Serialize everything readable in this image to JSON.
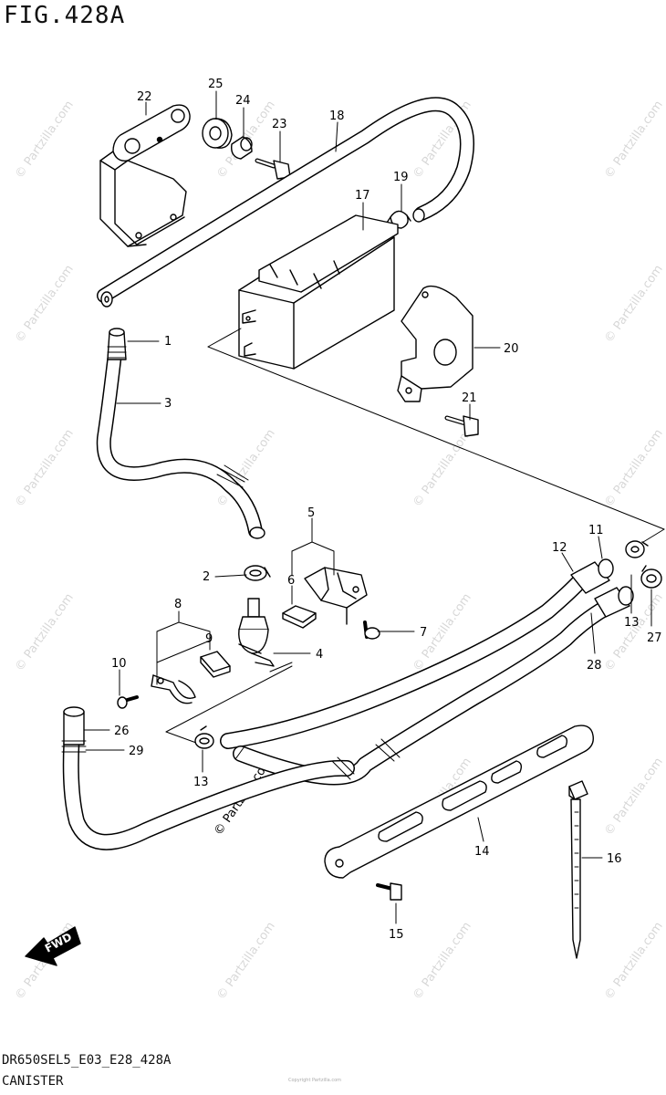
{
  "figure": {
    "title": "FIG.428A",
    "model_code": "DR650SEL5_E03_E28_428A",
    "section_name": "CANISTER",
    "fine_print": "Copyright Partzilla.com"
  },
  "watermark": {
    "text": "© Partzilla.com",
    "color": "#d0d0d0"
  },
  "direction_badge": {
    "label": "FWD"
  },
  "callouts": [
    "1",
    "2",
    "3",
    "4",
    "5",
    "6",
    "7",
    "8",
    "9",
    "10",
    "11",
    "12",
    "13",
    "13",
    "14",
    "15",
    "16",
    "20",
    "21",
    "22",
    "23",
    "24",
    "25",
    "26",
    "27",
    "28",
    "29",
    "17",
    "18",
    "19"
  ],
  "parts": {
    "c1": "1",
    "c2": "2",
    "c3": "3",
    "c4": "4",
    "c5": "5",
    "c6": "6",
    "c7": "7",
    "c8": "8",
    "c9": "9",
    "c10": "10",
    "c11": "11",
    "c12": "12",
    "c13a": "13",
    "c13b": "13",
    "c14": "14",
    "c15": "15",
    "c16": "16",
    "c17": "17",
    "c18": "18",
    "c19": "19",
    "c20": "20",
    "c21": "21",
    "c22": "22",
    "c23": "23",
    "c24": "24",
    "c25": "25",
    "c26": "26",
    "c27": "27",
    "c28": "28",
    "c29": "29"
  }
}
